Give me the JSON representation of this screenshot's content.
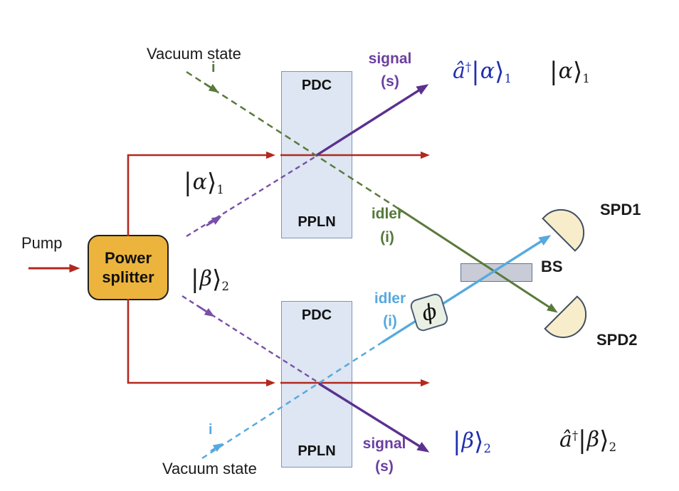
{
  "labels": {
    "pump": "Pump",
    "power_splitter_line1": "Power",
    "power_splitter_line2": "splitter",
    "vacuum_top": "Vacuum state",
    "vacuum_bottom": "Vacuum state",
    "i_top": "i",
    "i_bottom": "i",
    "pdc_upper": "PDC",
    "ppln_upper": "PPLN",
    "pdc_lower": "PDC",
    "ppln_lower": "PPLN",
    "signal_word_top": "signal",
    "signal_mode_top": "(s)",
    "idler_word_top": "idler",
    "idler_mode_top": "(i)",
    "idler_word_bottom": "idler",
    "idler_mode_bottom": "(i)",
    "signal_word_bottom": "signal",
    "signal_mode_bottom": "(s)",
    "bs": "BS",
    "phi": "ϕ",
    "spd1": "SPD1",
    "spd2": "SPD2"
  },
  "states": {
    "alpha_in": {
      "bar": "|",
      "sym": "α",
      "rangle": "⟩",
      "sub": "1"
    },
    "beta_in": {
      "bar": "|",
      "sym": "β",
      "rangle": "⟩",
      "sub": "2"
    },
    "adag_alpha": {
      "a": "â",
      "dag": "†",
      "bar": "|",
      "sym": "α",
      "rangle": "⟩",
      "sub": "1"
    },
    "alpha_out": {
      "bar": "|",
      "sym": "α",
      "rangle": "⟩",
      "sub": "1"
    },
    "beta_out": {
      "bar": "|",
      "sym": "β",
      "rangle": "⟩",
      "sub": "2"
    },
    "adag_beta": {
      "a": "â",
      "dag": "†",
      "bar": "|",
      "sym": "β",
      "rangle": "⟩",
      "sub": "2"
    }
  },
  "colors": {
    "pump_red": "#b3281e",
    "signal_purple_solid": "#5b3190",
    "signal_purple_dashed": "#7a4fa8",
    "idler_green": "#5a7a3c",
    "idler_cyan": "#57a9de",
    "state_blue": "#1f2fad",
    "crystal_fill": "#dde6f2",
    "crystal_border": "#7d94b5",
    "splitter_fill": "#ecb43c",
    "detector_fill": "#f8edca",
    "bs_fill": "#c9ccd6",
    "phi_fill": "#e9f0e3"
  }
}
